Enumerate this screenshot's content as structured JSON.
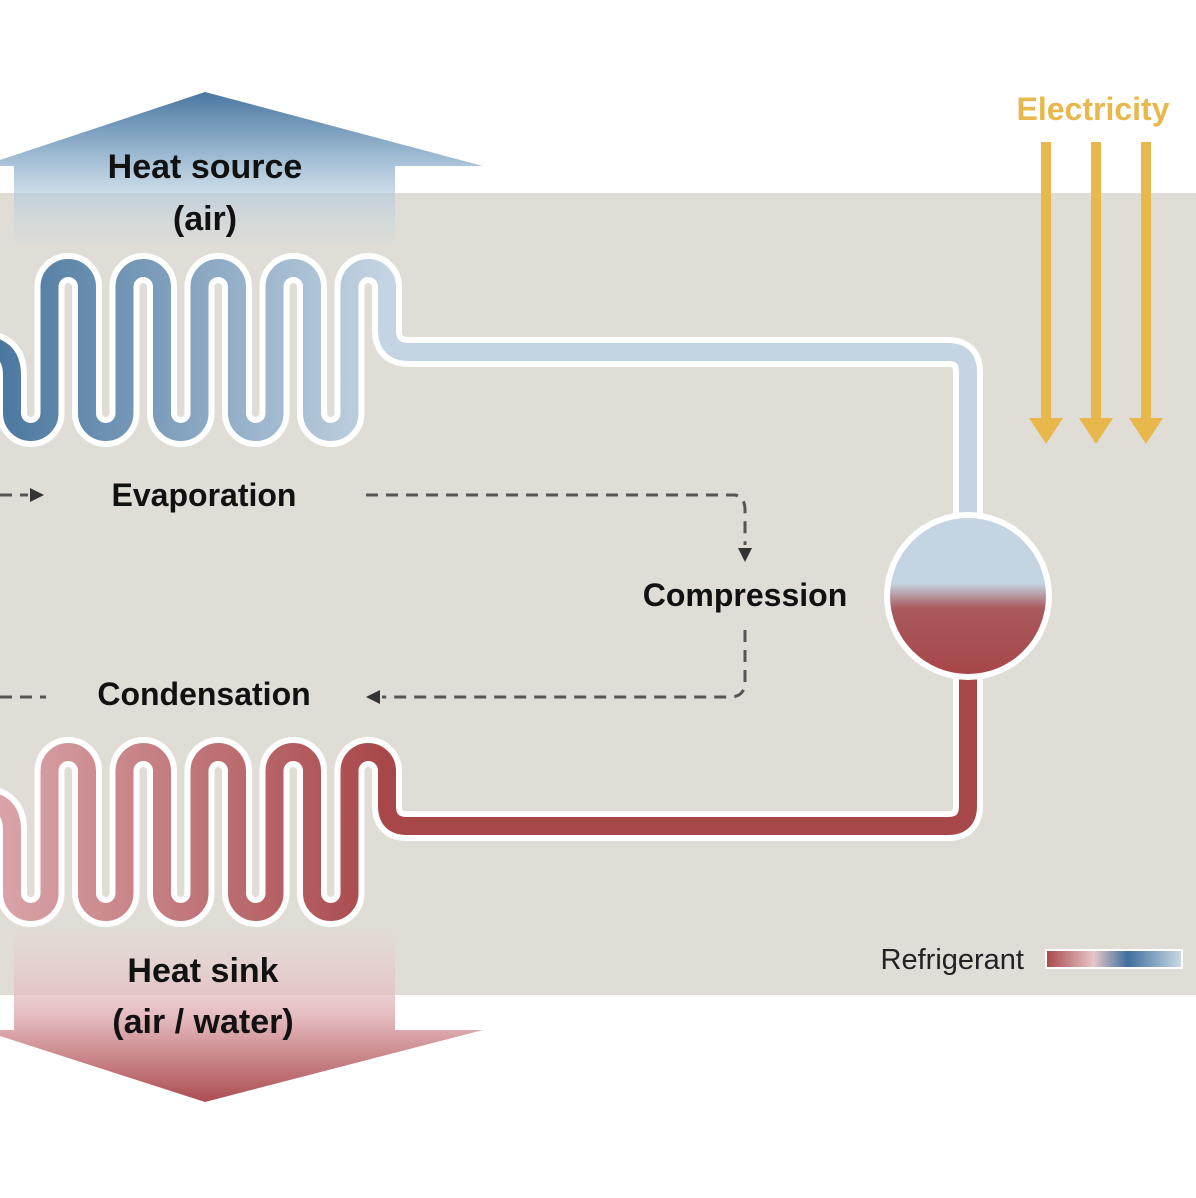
{
  "title": "Heat pump refrigeration cycle",
  "colors": {
    "panel": "#e0ddd6",
    "electricity": "#e8b84c",
    "cold_dark": "#4a77a0",
    "cold_light": "#c4d4e2",
    "hot_dark": "#a8474a",
    "hot_light": "#dba9ae",
    "dash": "#555555",
    "text": "#111111"
  },
  "labels": {
    "heat_source_line1": "Heat source",
    "heat_source_line2": "(air)",
    "heat_sink_line1": "Heat sink",
    "heat_sink_line2": "(air / water)",
    "evaporation": "Evaporation",
    "compression": "Compression",
    "condensation": "Condensation",
    "electricity": "Electricity",
    "legend_refrigerant": "Refrigerant"
  },
  "electricity_arrow_count": 3,
  "cycle_steps": [
    "Evaporation",
    "Compression",
    "Condensation"
  ],
  "legend": {
    "label": "Refrigerant",
    "scale_colors": [
      "#a8474a",
      "#e3c2c5",
      "#3f6f9c",
      "#c8d8e6"
    ]
  }
}
